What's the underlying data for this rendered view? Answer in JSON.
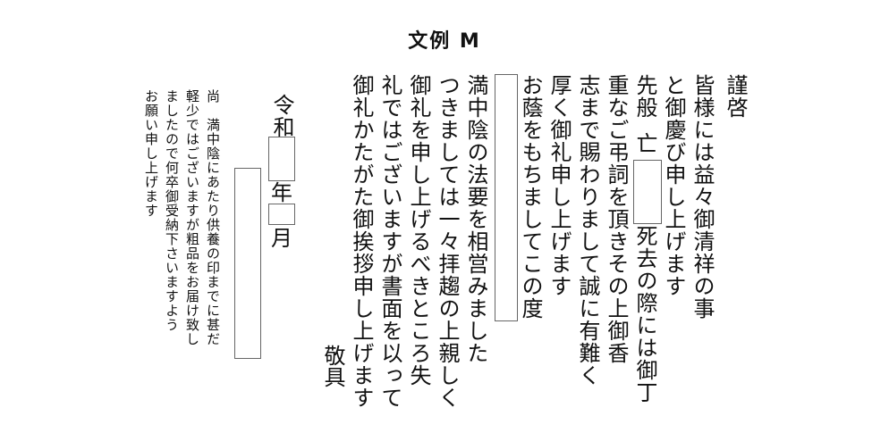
{
  "title": "文例 M",
  "letter": {
    "col1": "謹啓",
    "col2": "皆様には益々御清祥の事",
    "col3": "と御慶び申し上げます",
    "col4_top": "先般",
    "col4_mid": "亡",
    "col4_bot": "死去の際には御丁",
    "col5": "重なご弔詞を頂きその上御香",
    "col6": "志まで賜わりまして誠に有難く",
    "col7": "厚く御礼申し上げます",
    "col8": "お蔭をもちましてこの度",
    "col9": "満中陰の法要を相営みました",
    "col10": "つきましては一々拝趨の上親しく",
    "col11": "御礼を申し上げるべきところ失",
    "col12": "礼ではございますが書面を以って",
    "col13": "御礼かたがた御挨拶申し上げます",
    "closing": "敬具"
  },
  "date": {
    "era": "令和",
    "year": "年",
    "month": "月"
  },
  "postscript": {
    "col1": "尚　満中陰にあたり供養の印までに甚だ",
    "col2": "軽少ではございますが粗品をお届け致し",
    "col3": "ましたので何卒御受納下さいますよう",
    "col4": "お願い申し上げます"
  }
}
